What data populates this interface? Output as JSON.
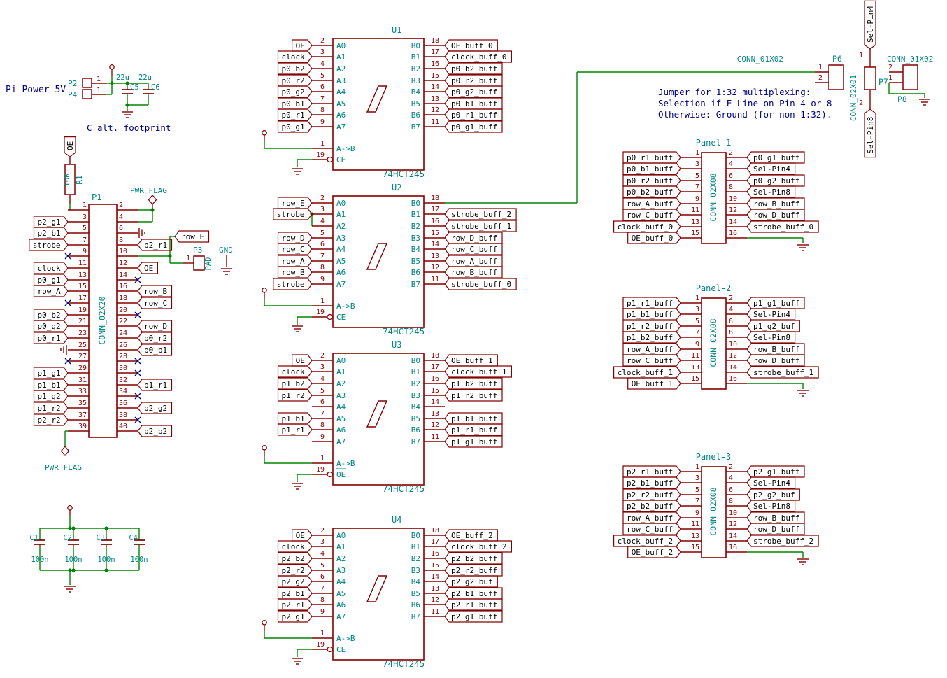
{
  "colors": {
    "wire": "#008400",
    "symbol": "#840000",
    "pin_number": "#840000",
    "pin_name": "#008484",
    "ref_value": "#008484",
    "label_text": "#000000",
    "label_outline": "#840000",
    "note": "#000084",
    "no_connect": "#000084",
    "background": "#ffffff"
  },
  "notes": {
    "pi_power": "Pi Power 5V",
    "c_alt_footprint": "C alt. footprint",
    "jumper": [
      "Jumper for 1:32 multiplexing:",
      "Selection if E-Line on Pin 4 or 8",
      "Otherwise: Ground (for non-1:32)."
    ]
  },
  "power_input": {
    "p2": {
      "ref": "P2",
      "pin": "1"
    },
    "p4": {
      "ref": "P4",
      "pin": "1"
    },
    "c5": {
      "ref": "C5",
      "value": "22u"
    },
    "c6": {
      "ref": "C6",
      "value": "22u"
    }
  },
  "pullup": {
    "r1": {
      "ref": "R1",
      "value": "10K"
    },
    "label": "OE"
  },
  "p1": {
    "ref": "P1",
    "value": "CONN_02X20",
    "left": [
      {
        "n": "1",
        "t": "r1"
      },
      {
        "n": "3",
        "t": "label",
        "l": "p2_g1"
      },
      {
        "n": "5",
        "t": "label",
        "l": "p2_b1"
      },
      {
        "n": "7",
        "t": "label",
        "l": "strobe"
      },
      {
        "n": "9",
        "t": "nc"
      },
      {
        "n": "11",
        "t": "label",
        "l": "clock"
      },
      {
        "n": "13",
        "t": "label",
        "l": "p0_g1"
      },
      {
        "n": "15",
        "t": "label",
        "l": "row_A"
      },
      {
        "n": "17",
        "t": "nc"
      },
      {
        "n": "19",
        "t": "label",
        "l": "p0_b2"
      },
      {
        "n": "21",
        "t": "label",
        "l": "p0_g2"
      },
      {
        "n": "23",
        "t": "label",
        "l": "p0_r1"
      },
      {
        "n": "25",
        "t": "gnd"
      },
      {
        "n": "27",
        "t": "nc"
      },
      {
        "n": "29",
        "t": "label",
        "l": "p1_g1"
      },
      {
        "n": "31",
        "t": "label",
        "l": "p1_b1"
      },
      {
        "n": "33",
        "t": "label",
        "l": "p1_g2"
      },
      {
        "n": "35",
        "t": "label",
        "l": "p1_r2"
      },
      {
        "n": "37",
        "t": "label",
        "l": "p2_r2"
      },
      {
        "n": "39",
        "t": "pwrflag"
      }
    ],
    "right": [
      {
        "n": "2",
        "t": "v5_top"
      },
      {
        "n": "4",
        "t": "v5_bot"
      },
      {
        "n": "6",
        "t": "gnd"
      },
      {
        "n": "8",
        "t": "label",
        "l": "p2_r1"
      },
      {
        "n": "10",
        "t": "row_e_p3"
      },
      {
        "n": "12",
        "t": "label",
        "l": "OE"
      },
      {
        "n": "14",
        "t": "nc"
      },
      {
        "n": "16",
        "t": "label",
        "l": "row_B"
      },
      {
        "n": "18",
        "t": "label",
        "l": "row_C"
      },
      {
        "n": "20",
        "t": "nc"
      },
      {
        "n": "22",
        "t": "label",
        "l": "row_D"
      },
      {
        "n": "24",
        "t": "label",
        "l": "p0_r2"
      },
      {
        "n": "26",
        "t": "label",
        "l": "p0_b1"
      },
      {
        "n": "28",
        "t": "nc"
      },
      {
        "n": "30",
        "t": "nc"
      },
      {
        "n": "32",
        "t": "label",
        "l": "p1_r1"
      },
      {
        "n": "34",
        "t": "nc"
      },
      {
        "n": "36",
        "t": "label",
        "l": "p2_g2"
      },
      {
        "n": "38",
        "t": "nc"
      },
      {
        "n": "40",
        "t": "label",
        "l": "p2_b2"
      }
    ],
    "pwr_flag_text": "PWR_FLAG",
    "row_e_label": "row_E",
    "p3": {
      "ref": "P3",
      "value": "PAD",
      "pin": "1"
    },
    "gnd_port": "GND"
  },
  "buffers": [
    {
      "ref": "U1",
      "value": "74HCT245",
      "a_pins": [
        {
          "num": "2",
          "name": "A0",
          "label": "OE"
        },
        {
          "num": "3",
          "name": "A1",
          "label": "clock"
        },
        {
          "num": "4",
          "name": "A2",
          "label": "p0_b2"
        },
        {
          "num": "5",
          "name": "A3",
          "label": "p0_r2"
        },
        {
          "num": "6",
          "name": "A4",
          "label": "p0_g2"
        },
        {
          "num": "7",
          "name": "A5",
          "label": "p0_b1"
        },
        {
          "num": "8",
          "name": "A6",
          "label": "p0_r1"
        },
        {
          "num": "9",
          "name": "A7",
          "label": "p0_g1"
        }
      ],
      "b_pins": [
        {
          "num": "18",
          "name": "B0",
          "label": "OE_buff_0"
        },
        {
          "num": "17",
          "name": "B1",
          "label": "clock_buff_0"
        },
        {
          "num": "16",
          "name": "B2",
          "label": "p0_b2_buff"
        },
        {
          "num": "15",
          "name": "B3",
          "label": "p0_r2_buff"
        },
        {
          "num": "14",
          "name": "B4",
          "label": "p0_g2_buff"
        },
        {
          "num": "13",
          "name": "B5",
          "label": "p0_b1_buff"
        },
        {
          "num": "12",
          "name": "B6",
          "label": "p0_r1_buff"
        },
        {
          "num": "11",
          "name": "B7",
          "label": "p0_g1_buff"
        }
      ],
      "dir_pin": {
        "num": "1",
        "name": "A->B"
      },
      "enable_pin": {
        "num": "19",
        "name": "CE",
        "bar": false
      }
    },
    {
      "ref": "U2",
      "value": "74HCT245",
      "a_pins": [
        {
          "num": "2",
          "name": "A0",
          "label": "row_E"
        },
        {
          "num": "3",
          "name": "A1",
          "label": "strobe"
        },
        {
          "num": "4",
          "name": "A2",
          "label": null
        },
        {
          "num": "5",
          "name": "A3",
          "label": "row_D"
        },
        {
          "num": "6",
          "name": "A4",
          "label": "row_C"
        },
        {
          "num": "7",
          "name": "A5",
          "label": "row_A"
        },
        {
          "num": "8",
          "name": "A6",
          "label": "row_B"
        },
        {
          "num": "9",
          "name": "A7",
          "label": "strobe"
        }
      ],
      "b_pins": [
        {
          "num": "18",
          "name": "B0",
          "label": null
        },
        {
          "num": "17",
          "name": "B1",
          "label": "strobe_buff_2"
        },
        {
          "num": "16",
          "name": "B2",
          "label": "strobe_buff_1"
        },
        {
          "num": "15",
          "name": "B3",
          "label": "row_D_buff"
        },
        {
          "num": "14",
          "name": "B4",
          "label": "row_C_buff"
        },
        {
          "num": "13",
          "name": "B5",
          "label": "row_A_buff"
        },
        {
          "num": "12",
          "name": "B6",
          "label": "row_B_buff"
        },
        {
          "num": "11",
          "name": "B7",
          "label": "strobe_buff_0"
        }
      ],
      "dir_pin": {
        "num": "1",
        "name": "A->B"
      },
      "enable_pin": {
        "num": "19",
        "name": "CE",
        "bar": false
      }
    },
    {
      "ref": "U3",
      "value": "74HCT245",
      "a_pins": [
        {
          "num": "2",
          "name": "A0",
          "label": "OE"
        },
        {
          "num": "3",
          "name": "A1",
          "label": "clock"
        },
        {
          "num": "4",
          "name": "A2",
          "label": "p1_b2"
        },
        {
          "num": "5",
          "name": "A3",
          "label": "p1_r2"
        },
        {
          "num": "6",
          "name": "A4",
          "label": null
        },
        {
          "num": "7",
          "name": "A5",
          "label": "p1_b1"
        },
        {
          "num": "8",
          "name": "A6",
          "label": "p1_r1"
        },
        {
          "num": "9",
          "name": "A7",
          "label": null
        }
      ],
      "b_pins": [
        {
          "num": "18",
          "name": "B0",
          "label": "OE_buff_1"
        },
        {
          "num": "17",
          "name": "B1",
          "label": "clock_buff_1"
        },
        {
          "num": "16",
          "name": "B2",
          "label": "p1_b2_buff"
        },
        {
          "num": "15",
          "name": "B3",
          "label": "p1_r2_buff"
        },
        {
          "num": "14",
          "name": "B4",
          "label": null
        },
        {
          "num": "13",
          "name": "B5",
          "label": "p1_b1_buff"
        },
        {
          "num": "12",
          "name": "B6",
          "label": "p1_r1_buff"
        },
        {
          "num": "11",
          "name": "B7",
          "label": "p1_g1_buff"
        }
      ],
      "dir_pin": {
        "num": "1",
        "name": "A->B"
      },
      "enable_pin": {
        "num": "19",
        "name": "OE",
        "bar": true
      }
    },
    {
      "ref": "U4",
      "value": "74HCT245",
      "a_pins": [
        {
          "num": "2",
          "name": "A0",
          "label": "OE"
        },
        {
          "num": "3",
          "name": "A1",
          "label": "clock"
        },
        {
          "num": "4",
          "name": "A2",
          "label": "p2_b2"
        },
        {
          "num": "5",
          "name": "A3",
          "label": "p2_r2"
        },
        {
          "num": "6",
          "name": "A4",
          "label": "p2_g2"
        },
        {
          "num": "7",
          "name": "A5",
          "label": "p2_b1"
        },
        {
          "num": "8",
          "name": "A6",
          "label": "p2_r1"
        },
        {
          "num": "9",
          "name": "A7",
          "label": "p2_g1"
        }
      ],
      "b_pins": [
        {
          "num": "18",
          "name": "B0",
          "label": "OE_buff_2"
        },
        {
          "num": "17",
          "name": "B1",
          "label": "clock_buff_2"
        },
        {
          "num": "16",
          "name": "B2",
          "label": "p2_b2_buff"
        },
        {
          "num": "15",
          "name": "B3",
          "label": "p2_r2_buff"
        },
        {
          "num": "14",
          "name": "B4",
          "label": "p2_g2_buf"
        },
        {
          "num": "13",
          "name": "B5",
          "label": "p2_b1_buff"
        },
        {
          "num": "12",
          "name": "B6",
          "label": "p2_r1_buff"
        },
        {
          "num": "11",
          "name": "B7",
          "label": "p2_g1_buff"
        }
      ],
      "dir_pin": {
        "num": "1",
        "name": "A->B"
      },
      "enable_pin": {
        "num": "19",
        "name": "CE",
        "bar": false
      }
    }
  ],
  "panel_pin_numbers": {
    "left": [
      "1",
      "3",
      "5",
      "7",
      "9",
      "11",
      "13",
      "15"
    ],
    "right": [
      "2",
      "4",
      "6",
      "8",
      "10",
      "12",
      "14",
      "16"
    ]
  },
  "panels": [
    {
      "title": "Panel-1",
      "value": "CONN_02X08",
      "left": [
        "p0_r1_buff",
        "p0_b1_buff",
        "p0_r2_buff",
        "p0_b2_buff",
        "row_A_buff",
        "row_C_buff",
        "clock_buff_0",
        "OE_buff_0"
      ],
      "right": [
        "p0_g1_buff",
        "Sel-Pin4",
        "p0_g2_buff",
        "Sel-Pin8",
        "row_B_buff",
        "row_D_buff",
        "strobe_buff_0",
        null
      ]
    },
    {
      "title": "Panel-2",
      "value": "CONN_02X08",
      "left": [
        "p1_r1_buff",
        "p1_b1_buff",
        "p1_r2_buff",
        "p1_b2_buff",
        "row_A_buff",
        "row_C_buff",
        "clock_buff_1",
        "OE_buff_1"
      ],
      "right": [
        "p1_g1_buff",
        "Sel-Pin4",
        "p1_g2_buf",
        "Sel-Pin8",
        "row_B_buff",
        "row_D_buff",
        "strobe_buff_1",
        null
      ]
    },
    {
      "title": "Panel-3",
      "value": "CONN_02X08",
      "left": [
        "p2_r1_buff",
        "p2_b1_buff",
        "p2_r2_buff",
        "p2_b2_buff",
        "row_A_buff",
        "row_C_buff",
        "clock_buff_2",
        "OE_buff_2"
      ],
      "right": [
        "p2_g1_buff",
        "Sel-Pin4",
        "p2_g2_buf",
        "Sel-Pin8",
        "row_B_buff",
        "row_D_buff",
        "strobe_buff_2",
        null
      ]
    }
  ],
  "jumper_block": {
    "p6": {
      "ref": "P6",
      "value": "CONN_01X02",
      "pins": [
        "1",
        "2"
      ]
    },
    "p7": {
      "ref": "P7",
      "value": "CONN_02X01",
      "pins": [
        "1",
        "2"
      ]
    },
    "p8": {
      "ref": "P8",
      "value": "CONN_01X02",
      "pins": [
        "2",
        "1"
      ]
    },
    "sel_pin4": "Sel-Pin4",
    "sel_pin8": "Sel-Pin8"
  },
  "decoupling_caps": [
    {
      "ref": "C1",
      "value": "100n"
    },
    {
      "ref": "C2",
      "value": "100n"
    },
    {
      "ref": "C3",
      "value": "100n"
    },
    {
      "ref": "C4",
      "value": "100n"
    }
  ],
  "pwr_flag_bottom": "PWR_FLAG"
}
